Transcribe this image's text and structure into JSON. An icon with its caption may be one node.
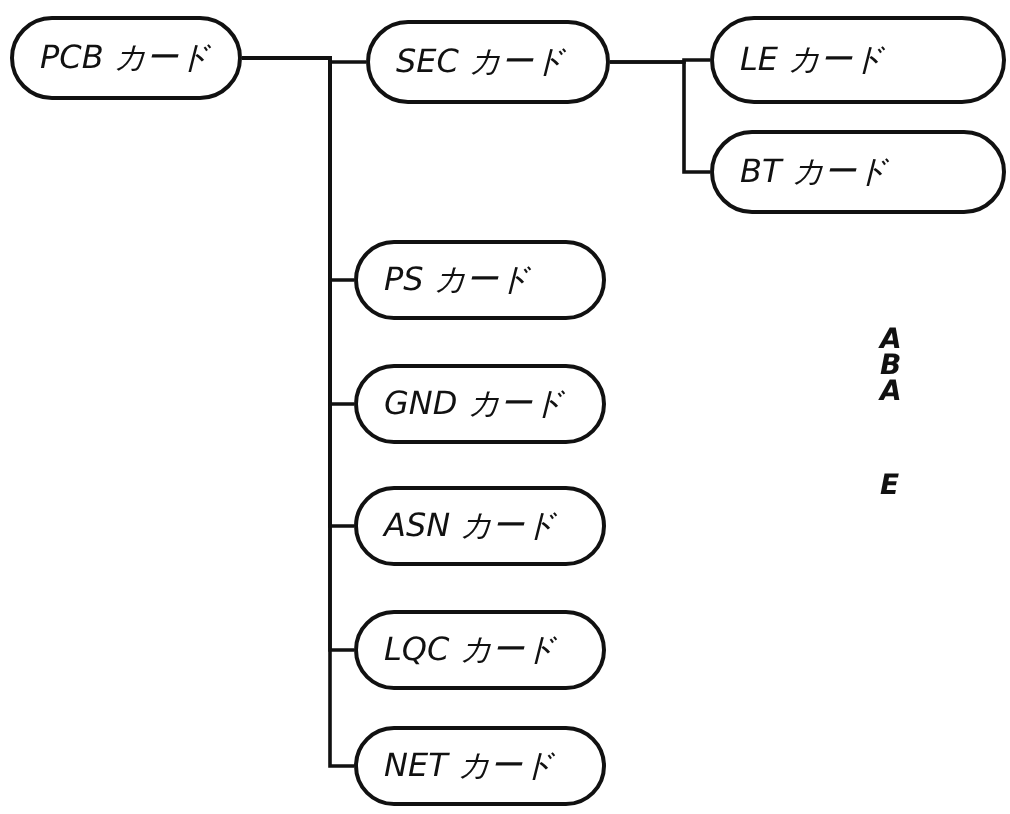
{
  "diagram": {
    "nodes": [
      {
        "text": [
          "PCB カード"
        ]
      },
      {
        "text": [
          "SEC カード"
        ]
      },
      {
        "text": [
          "LE カード"
        ]
      },
      {
        "text": [
          "BT カード"
        ]
      },
      {
        "text": [
          "PS カード"
        ]
      },
      {
        "text": [
          "GND カード"
        ]
      },
      {
        "text": [
          "ASN カード"
        ]
      },
      {
        "text": [
          "LQC カード"
        ]
      },
      {
        "text": [
          "NET カード"
        ]
      }
    ],
    "edges": [
      {
        "from": 0,
        "to": 1,
        "arrow": "none"
      },
      {
        "from": 1,
        "to": 2,
        "arrow": "none"
      },
      {
        "from": 1,
        "to": 3,
        "arrow": "none"
      },
      {
        "from": 0,
        "to": 4,
        "arrow": "none"
      },
      {
        "from": 0,
        "to": 5,
        "arrow": "none"
      },
      {
        "from": 0,
        "to": 6,
        "arrow": "none"
      },
      {
        "from": 0,
        "to": 7,
        "arrow": "none"
      },
      {
        "from": 0,
        "to": 8,
        "arrow": "none"
      }
    ],
    "labels": [
      "A",
      "B",
      "A",
      "E"
    ]
  }
}
